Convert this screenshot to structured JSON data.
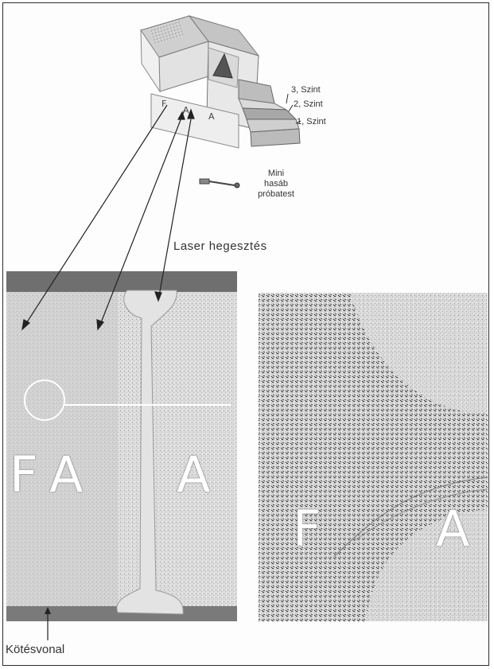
{
  "specimen": {
    "levels": [
      "3, Szint",
      "2, Szint",
      "1, Szint"
    ],
    "mini_label": [
      "Mini",
      "hasáb",
      "próbatest"
    ],
    "box_letters": [
      "F",
      "A",
      "A"
    ]
  },
  "laser_label": "Laser hegesztés",
  "micro_left": {
    "letters": [
      "F",
      "A",
      "A"
    ]
  },
  "micro_right": {
    "letters": [
      "F",
      "A"
    ]
  },
  "bond_line_label": "Kötésvonal",
  "colors": {
    "frame": "#2b2b2b",
    "arrow": "#222222",
    "micro_left_bg": "#d6d6d6",
    "micro_right_bg": "#cfcfcf"
  }
}
